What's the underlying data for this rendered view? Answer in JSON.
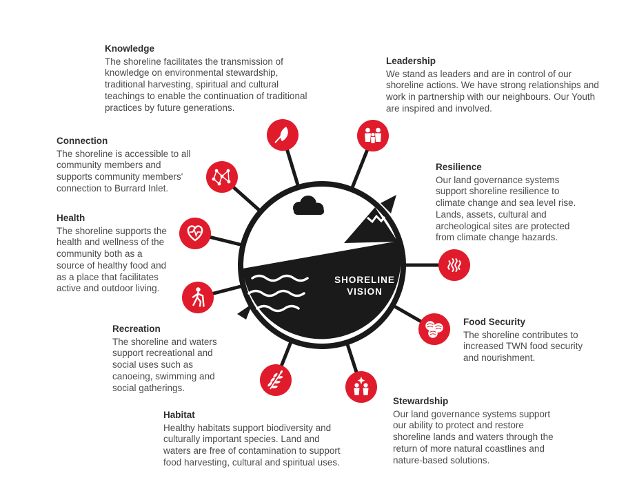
{
  "colors": {
    "accent_red": "#E01B2B",
    "ink": "#1A1A1A",
    "heading_text": "#2E2E2E",
    "body_text": "#4A4A4A"
  },
  "center": {
    "line1": "SHORELINE",
    "line2": "VISION"
  },
  "sections": [
    {
      "id": "knowledge",
      "title": "Knowledge",
      "icon": "feather-icon",
      "body": "The shoreline facilitates the transmission of knowledge on environmental stewardship, traditional harvesting, spiritual and cultural teachings to enable the continuation of traditional practices by future generations."
    },
    {
      "id": "leadership",
      "title": "Leadership",
      "icon": "family-icon",
      "body": "We stand as leaders and are in control of our shoreline actions. We have strong relationships and work in partnership with our neighbours. Our Youth are inspired and involved."
    },
    {
      "id": "connection",
      "title": "Connection",
      "icon": "network-icon",
      "body": "The shoreline is accessible to all community members and supports community members' connection to Burrard Inlet."
    },
    {
      "id": "resilience",
      "title": "Resilience",
      "icon": "fish-current-icon",
      "body": "Our land governance systems support shoreline resilience to climate change and sea level rise. Lands, assets, cultural and archeological sites are protected from climate change hazards."
    },
    {
      "id": "health",
      "title": "Health",
      "icon": "heart-pulse-icon",
      "body": "The shoreline supports the health and wellness of the community both as a source of healthy food and as a place that facilitates active and outdoor living."
    },
    {
      "id": "food_security",
      "title": "Food Security",
      "icon": "clam-shells-icon",
      "body": "The shoreline contributes to increased TWN food security and nourishment."
    },
    {
      "id": "recreation",
      "title": "Recreation",
      "icon": "hiker-icon",
      "body": "The shoreline and waters support recreational and social uses such as canoeing, swimming and social gatherings."
    },
    {
      "id": "stewardship",
      "title": "Stewardship",
      "icon": "people-star-icon",
      "body": "Our land governance systems support our ability to protect and restore shoreline lands and waters through the return of more natural coastlines and nature-based solutions."
    },
    {
      "id": "habitat",
      "title": "Habitat",
      "icon": "fern-icon",
      "body": "Healthy habitats support biodiversity and culturally important species. Land and waters are free of contamination to support food harvesting, cultural and spiritual uses."
    }
  ]
}
